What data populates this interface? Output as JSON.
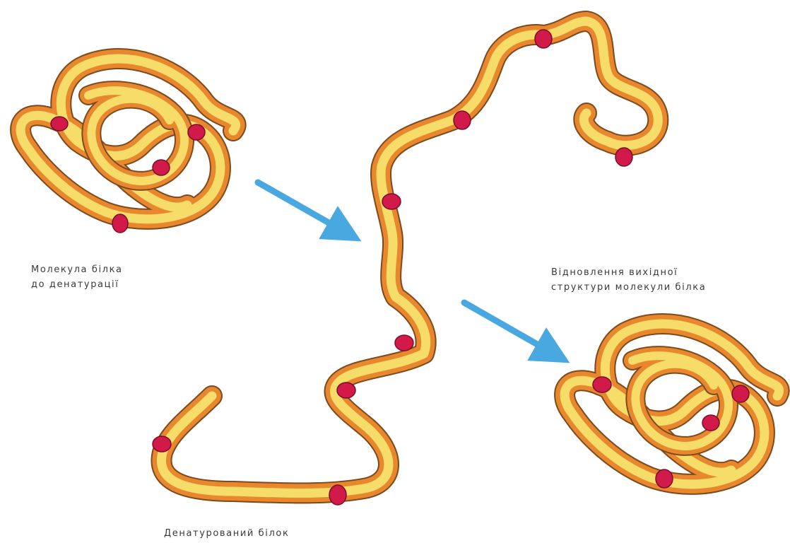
{
  "captions": {
    "native_line1": "Молекула білка",
    "native_line2": "до денатурації",
    "denatured": "Денатурований білок",
    "renatured_line1": "Відновлення вихідної",
    "renatured_line2": "структури молекули білка"
  },
  "colors": {
    "chain_outer": "#e8872e",
    "chain_inner": "#f6dd6a",
    "chain_highlight": "#fff3a6",
    "bond": "#d11a4a",
    "arrow": "#4aa8e0"
  },
  "icons": [
    "folded-protein-icon",
    "unfolded-chain-icon",
    "refolded-protein-icon",
    "arrow-right-down-icon",
    "disulfide-bond-icon"
  ]
}
